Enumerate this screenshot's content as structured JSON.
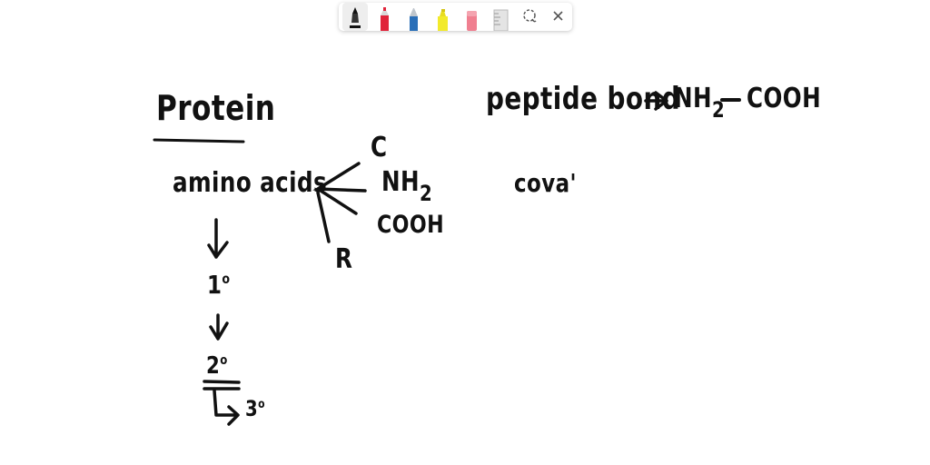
{
  "toolbar": {
    "tools": [
      {
        "icon": "black-pen-icon",
        "color": "#111111",
        "selected": true
      },
      {
        "icon": "red-marker-icon",
        "color": "#e0243a",
        "selected": false
      },
      {
        "icon": "blue-pen-icon",
        "color": "#2a6fb8",
        "selected": false
      },
      {
        "icon": "yellow-highlighter-icon",
        "color": "#f2ea2b",
        "selected": false
      },
      {
        "icon": "pink-eraser-icon",
        "color": "#f07f90",
        "selected": false
      },
      {
        "icon": "ruler-icon",
        "color": "#cccccc",
        "selected": false
      },
      {
        "icon": "lasso-icon",
        "color": "#555555",
        "selected": false
      },
      {
        "icon": "close-icon",
        "color": "#555555",
        "selected": false
      }
    ]
  },
  "notes": {
    "title": "Protein",
    "amino_acids": "amino acids",
    "branch_c": "C",
    "branch_nh": "NH",
    "branch_nh_sub": "2",
    "branch_cooh": "COOH",
    "branch_r": "R",
    "primary": "1",
    "primary_deg": "o",
    "secondary": "2",
    "secondary_deg": "o",
    "tertiary": "3",
    "tertiary_deg": "o",
    "peptide_label": "peptide bond",
    "peptide_nh": "NH",
    "peptide_nh_sub": "2",
    "peptide_cooh": "COOH",
    "covalent": "cova'"
  }
}
